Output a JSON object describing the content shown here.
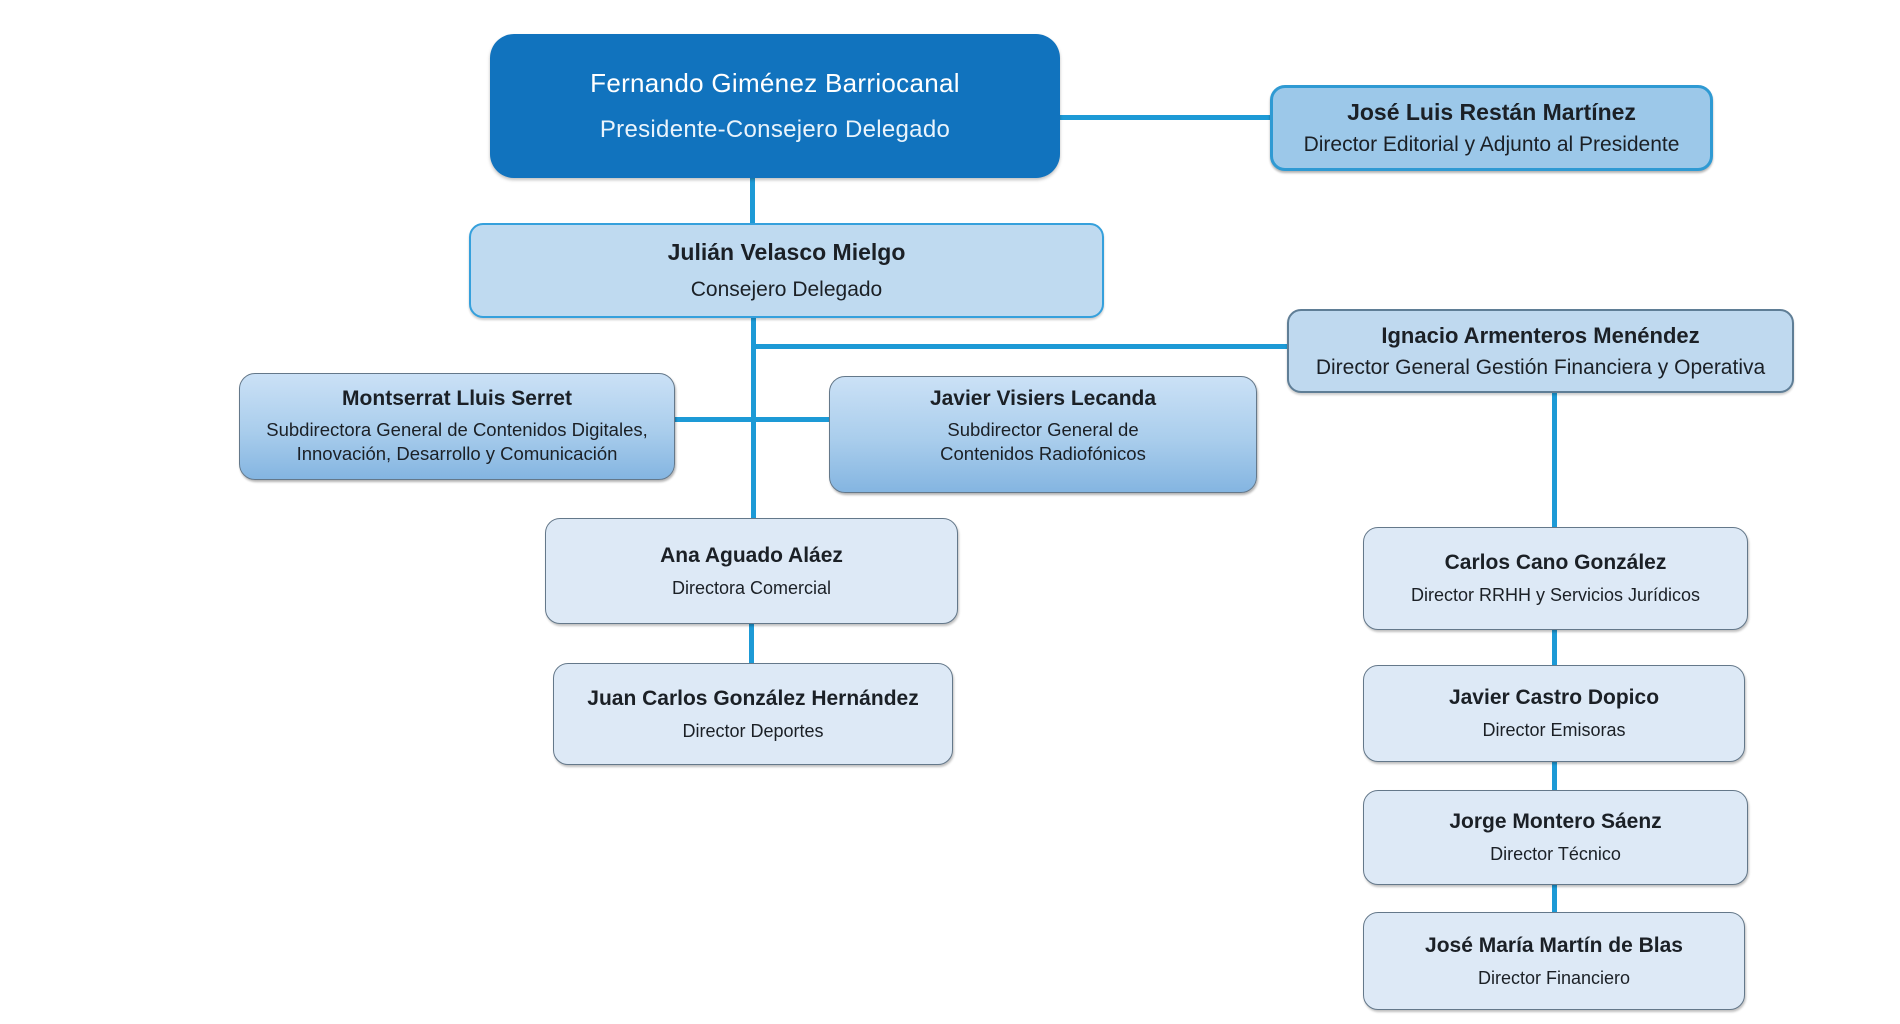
{
  "page": {
    "background_color": "#ffffff",
    "connector_color": "#1D9AD6",
    "primary_box_color": "#1173BE",
    "medium_box_color": "#9CC8E9",
    "light_box_color": "#BFDAF0",
    "pale_box_color": "#DDE9F6"
  },
  "org_chart": {
    "nodes": [
      {
        "id": "presidente",
        "name": "Fernando Giménez Barriocanal",
        "title": "Presidente-Consejero Delegado"
      },
      {
        "id": "director-editorial",
        "name": "José Luis Restán Martínez",
        "title": "Director Editorial y Adjunto al Presidente"
      },
      {
        "id": "consejero-delegado",
        "name": "Julián Velasco Mielgo",
        "title": "Consejero Delegado"
      },
      {
        "id": "dg-financiera-operativa",
        "name": "Ignacio Armenteros Menéndez",
        "title": "Director General Gestión Financiera y Operativa"
      },
      {
        "id": "subdirectora-digitales",
        "name": "Montserrat Lluis Serret",
        "title": "Subdirectora General de Contenidos Digitales, Innovación, Desarrollo y Comunicación"
      },
      {
        "id": "subdirector-radiofonicos",
        "name": "Javier Visiers Lecanda",
        "title": "Subdirector General de Contenidos Radiofónicos"
      },
      {
        "id": "directora-comercial",
        "name": "Ana Aguado Aláez",
        "title": "Directora Comercial"
      },
      {
        "id": "director-deportes",
        "name": "Juan Carlos González Hernández",
        "title": "Director Deportes"
      },
      {
        "id": "director-rrhh-juridicos",
        "name": "Carlos Cano González",
        "title": "Director RRHH y Servicios Jurídicos"
      },
      {
        "id": "director-emisoras",
        "name": "Javier Castro Dopico",
        "title": "Director Emisoras"
      },
      {
        "id": "director-tecnico",
        "name": "Jorge Montero Sáenz",
        "title": "Director Técnico"
      },
      {
        "id": "director-financiero",
        "name": "José María Martín de Blas",
        "title": "Director Financiero"
      }
    ],
    "connections": [
      {
        "from": "presidente",
        "to": "director-editorial"
      },
      {
        "from": "presidente",
        "to": "consejero-delegado"
      },
      {
        "from": "consejero-delegado",
        "to": "dg-financiera-operativa"
      },
      {
        "from": "consejero-delegado",
        "to": "subdirectora-digitales"
      },
      {
        "from": "consejero-delegado",
        "to": "subdirector-radiofonicos"
      },
      {
        "from": "consejero-delegado",
        "to": "directora-comercial"
      },
      {
        "from": "directora-comercial",
        "to": "director-deportes"
      },
      {
        "from": "dg-financiera-operativa",
        "to": "director-rrhh-juridicos"
      },
      {
        "from": "director-rrhh-juridicos",
        "to": "director-emisoras"
      },
      {
        "from": "director-emisoras",
        "to": "director-tecnico"
      },
      {
        "from": "director-tecnico",
        "to": "director-financiero"
      }
    ]
  }
}
